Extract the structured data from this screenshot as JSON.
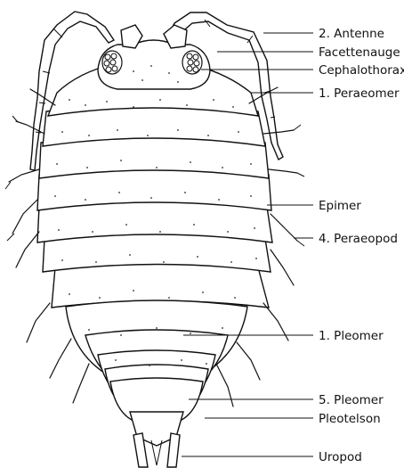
{
  "labels": {
    "antenne": "2. Antenne",
    "facettenauge": "Facettenauge",
    "cephalothorax": "Cephalothorax",
    "peraeomer": "1. Peraeomer",
    "epimer": "Epimer",
    "peraeopod": "4. Peraeopod",
    "pleomer1": "1. Pleomer",
    "pleomer5": "5. Pleomer",
    "pleotelson": "Pleotelson",
    "uropod": "Uropod"
  },
  "colors": {
    "ink": "#111111",
    "paper": "#ffffff"
  }
}
